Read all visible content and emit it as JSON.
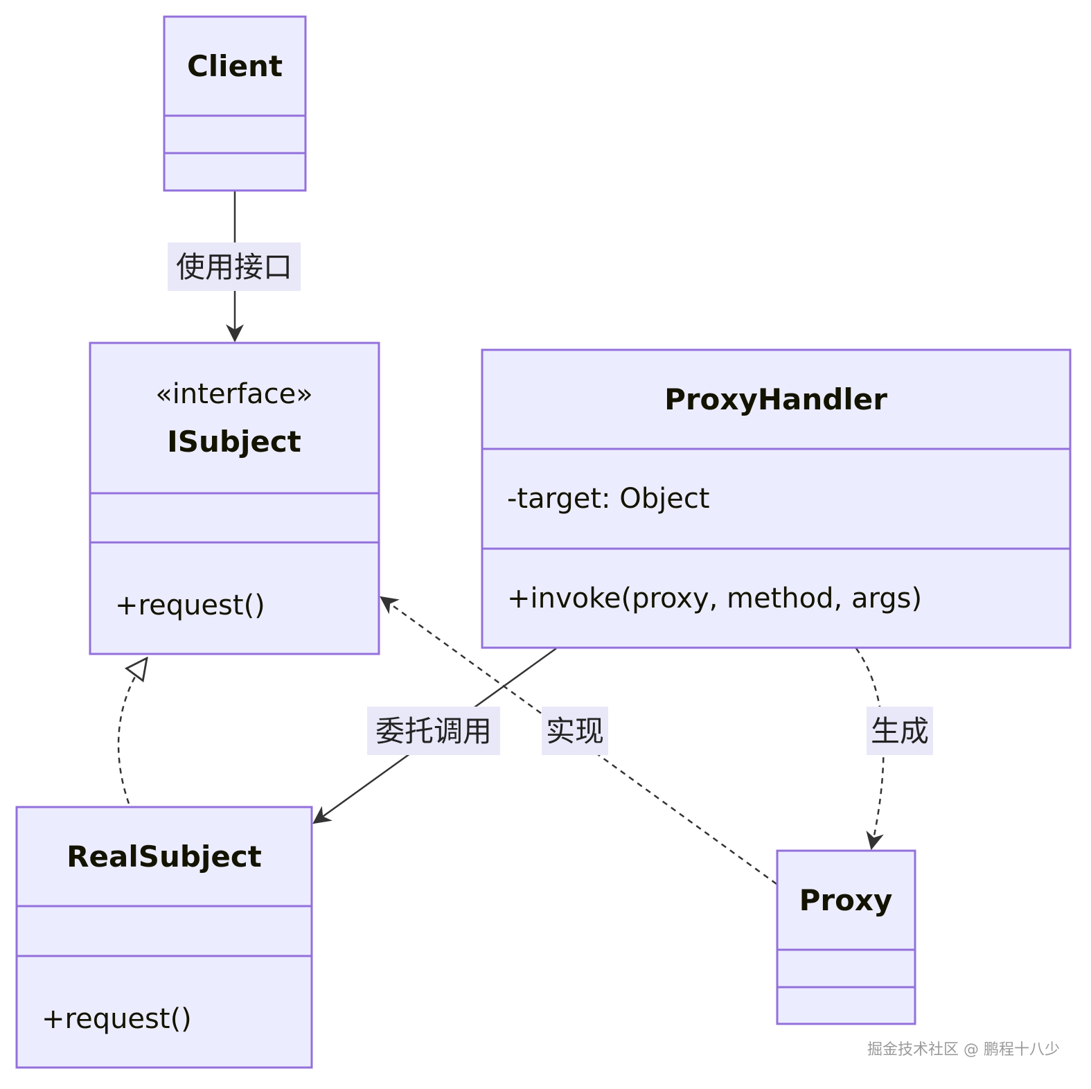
{
  "classes": {
    "client": {
      "name": "Client"
    },
    "isubject": {
      "stereotype": "«interface»",
      "name": "ISubject",
      "method": "+request()"
    },
    "proxy_handler": {
      "name": "ProxyHandler",
      "attribute": "-target: Object",
      "method": "+invoke(proxy, method, args)"
    },
    "real_subject": {
      "name": "RealSubject",
      "method": "+request()"
    },
    "proxy": {
      "name": "Proxy"
    }
  },
  "relations": {
    "client_uses_isubject": "使用接口",
    "handler_delegates_real": "委托调用",
    "proxy_implements_isubject": "实现",
    "handler_generates_proxy": "生成"
  },
  "watermark": "掘金技术社区 @ 鹏程十八少",
  "colors": {
    "box_fill": "#ECECFF",
    "box_stroke": "#9370DB",
    "edge": "#333333",
    "label_bg": "#E8E8F8"
  }
}
